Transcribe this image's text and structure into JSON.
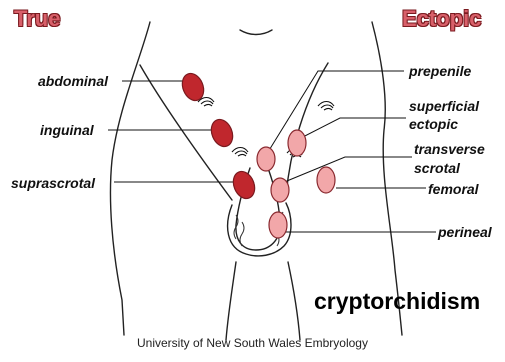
{
  "titles": {
    "true": "True",
    "ectopic": "Ectopic"
  },
  "true_positions": [
    "abdominal",
    "inguinal",
    "suprascrotal"
  ],
  "ectopic_positions": [
    "prepenile",
    "superficial",
    "ectopic",
    "transverse",
    "scrotal",
    "femoral",
    "perineal"
  ],
  "main_title": "cryptorchidism",
  "credit": "University of New South Wales Embryology",
  "colors": {
    "true_testis": "#c0272d",
    "ectopic_testis": "#f2a7a9",
    "outline": "#7a1a1f"
  }
}
